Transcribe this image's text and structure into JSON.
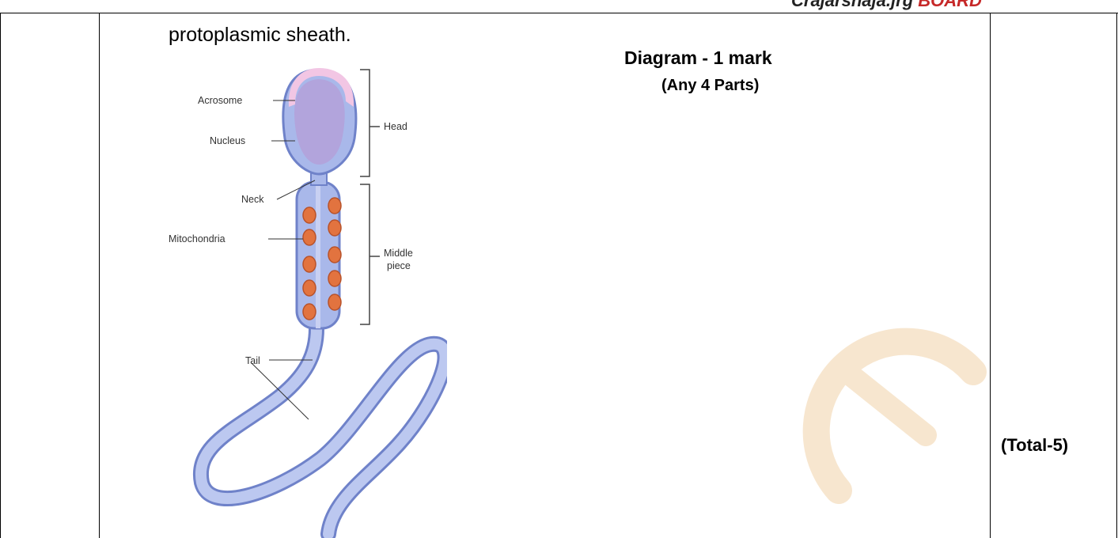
{
  "header_fragment": "Crajarsnaja.jrg",
  "header_accent_fragment": "BOARD",
  "body_text": "protoplasmic sheath.",
  "marks": {
    "diagram_mark": "Diagram -  1 mark",
    "parts_note": "(Any 4 Parts)",
    "total": "(Total-5)"
  },
  "diagram_labels": {
    "acrosome": "Acrosome",
    "nucleus": "Nucleus",
    "neck": "Neck",
    "mitochondria": "Mitochondria",
    "tail": "Tail",
    "head": "Head",
    "middle_piece_line1": "Middle",
    "middle_piece_line2": "piece"
  },
  "colors": {
    "sperm_body": "#a9b8ea",
    "sperm_outline": "#6f82c9",
    "nucleus": "#b2a4dc",
    "acrosome": "#f2c6e4",
    "mitochondria": "#e2733f",
    "bracket": "#444444",
    "header_accent": "#c62828",
    "watermark": "#f7e6cf"
  }
}
